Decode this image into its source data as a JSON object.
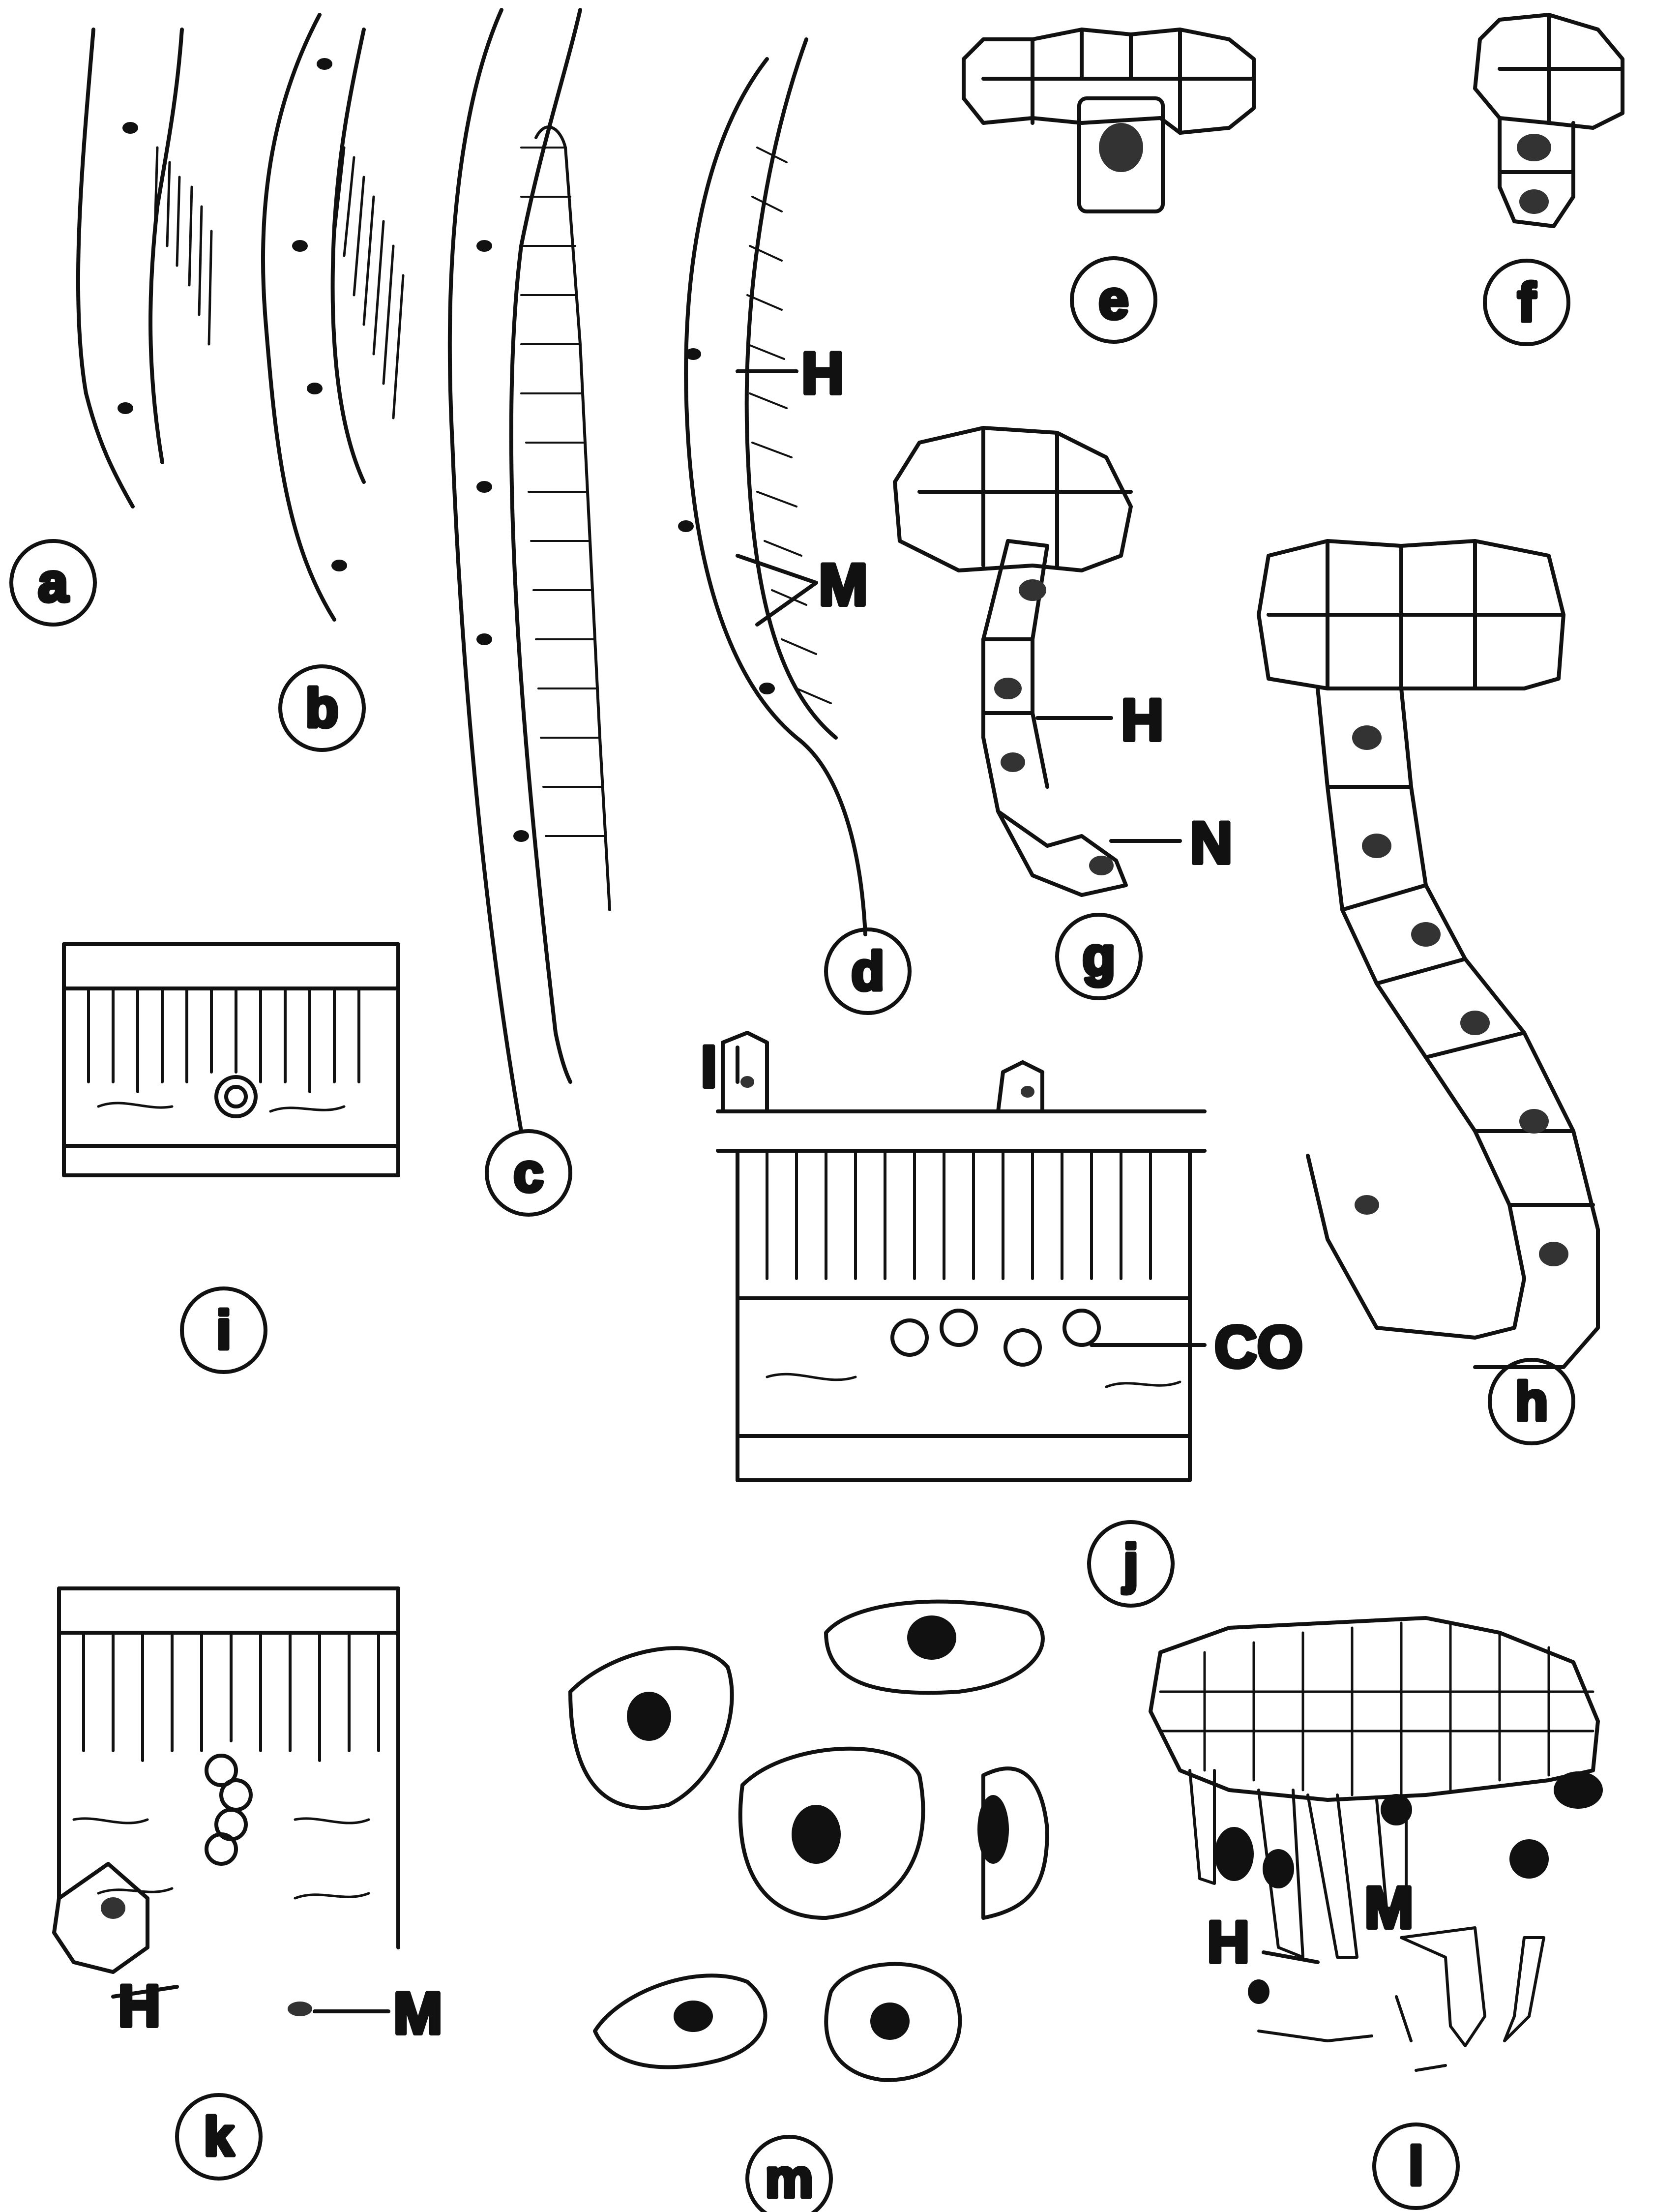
{
  "figure": {
    "panels": [
      {
        "id": "a",
        "label": "a"
      },
      {
        "id": "b",
        "label": "b"
      },
      {
        "id": "c",
        "label": "c"
      },
      {
        "id": "d",
        "label": "d"
      },
      {
        "id": "e",
        "label": "e"
      },
      {
        "id": "f",
        "label": "f"
      },
      {
        "id": "g",
        "label": "g"
      },
      {
        "id": "h",
        "label": "h"
      },
      {
        "id": "i",
        "label": "i"
      },
      {
        "id": "j",
        "label": "j"
      },
      {
        "id": "k",
        "label": "k"
      },
      {
        "id": "l",
        "label": "l"
      },
      {
        "id": "m",
        "label": "m"
      }
    ],
    "annotations": {
      "d_H": "H",
      "d_M": "M",
      "g_H": "H",
      "g_N": "N",
      "j_I": "I",
      "j_CO": "CO",
      "k_H": "H",
      "k_M": "M",
      "l_H": "H",
      "l_M": "M"
    },
    "colors": {
      "ink": "#111111",
      "paper": "#ffffff",
      "stipple": "#444444"
    }
  }
}
